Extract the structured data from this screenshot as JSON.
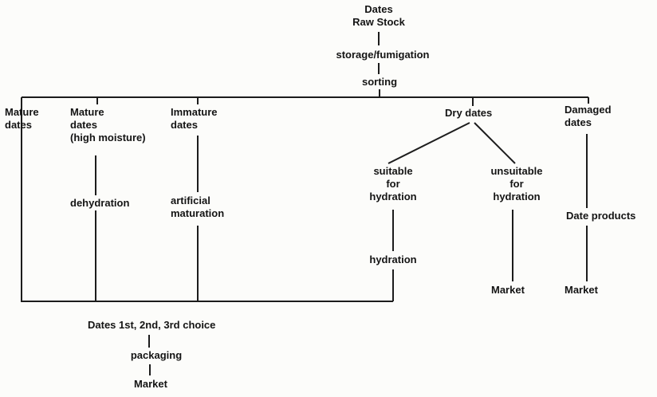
{
  "colors": {
    "ink": "#1c1c1c",
    "background": "#fcfcfa"
  },
  "nodes": {
    "raw_stock": {
      "lines": [
        "Dates",
        "Raw Stock"
      ]
    },
    "storage": {
      "label": "storage/fumigation"
    },
    "sorting": {
      "label": "sorting"
    },
    "mature_dates": {
      "lines": [
        "Mature",
        "dates"
      ]
    },
    "mature_dates_hm": {
      "lines": [
        "Mature",
        "dates",
        "(high moisture)"
      ]
    },
    "immature_dates": {
      "lines": [
        "Immature",
        "dates"
      ]
    },
    "dry_dates": {
      "label": "Dry dates"
    },
    "damaged_dates": {
      "lines": [
        "Damaged",
        "dates"
      ]
    },
    "dehydration": {
      "label": "dehydration"
    },
    "artificial_maturation": {
      "lines": [
        "artificial",
        "maturation"
      ]
    },
    "suitable": {
      "lines": [
        "suitable",
        "for",
        "hydration"
      ]
    },
    "unsuitable": {
      "lines": [
        "unsuitable",
        "for",
        "hydration"
      ]
    },
    "hydration": {
      "label": "hydration"
    },
    "date_products": {
      "label": "Date products"
    },
    "market_unsuitable": {
      "label": "Market"
    },
    "market_damaged": {
      "label": "Market"
    },
    "dates_choice": {
      "label": "Dates 1st, 2nd, 3rd choice"
    },
    "packaging": {
      "label": "packaging"
    },
    "market_final": {
      "label": "Market"
    }
  }
}
